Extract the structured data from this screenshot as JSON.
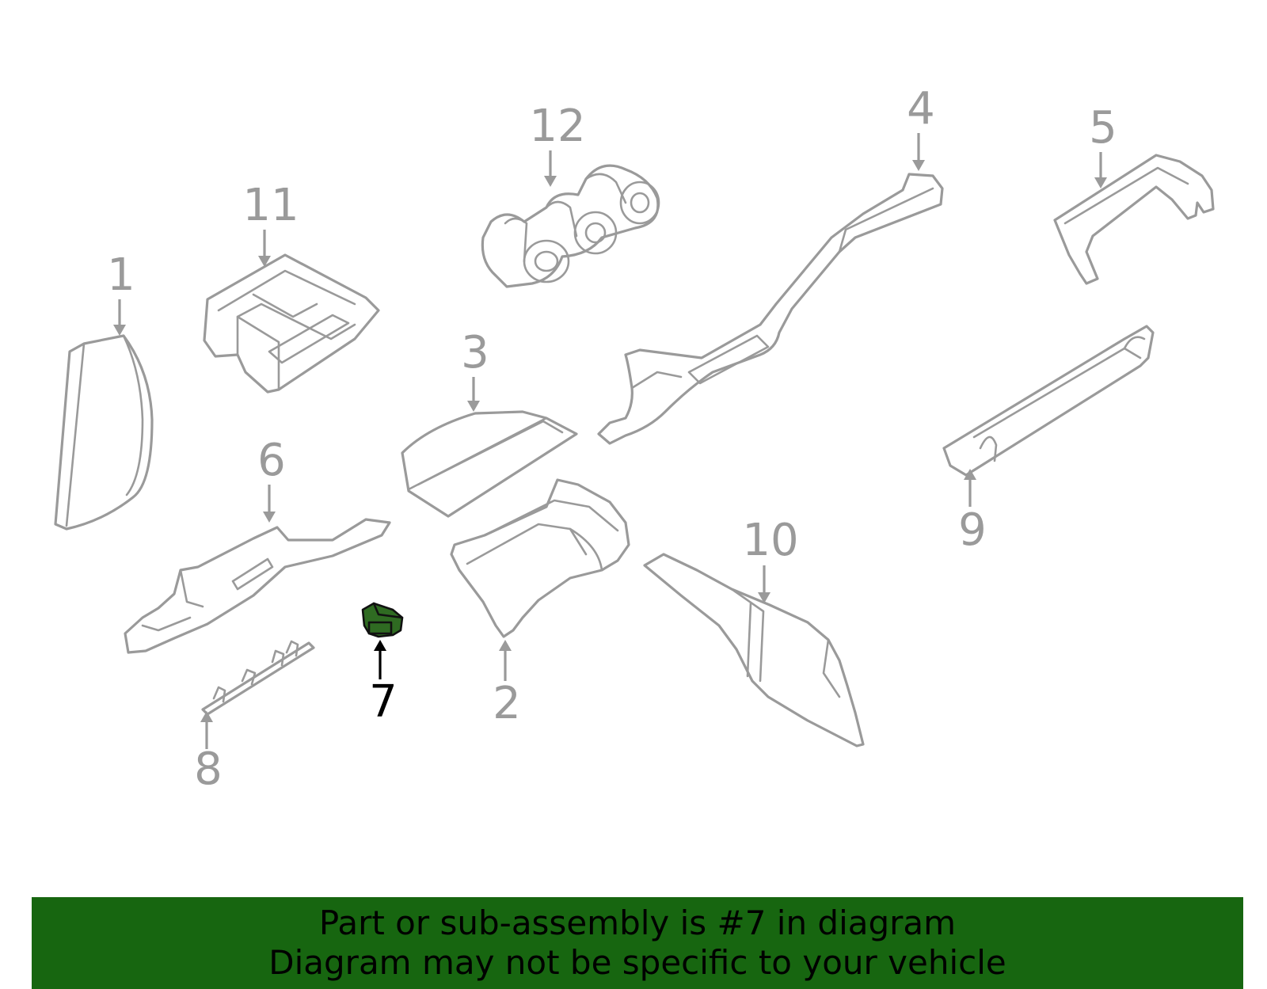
{
  "diagram": {
    "highlighted_part": "7",
    "highlight_color": "#2f6b22",
    "line_color": "#9a9a9a",
    "callouts": [
      {
        "id": "c1",
        "label": "1"
      },
      {
        "id": "c2",
        "label": "2"
      },
      {
        "id": "c3",
        "label": "3"
      },
      {
        "id": "c4",
        "label": "4"
      },
      {
        "id": "c5",
        "label": "5"
      },
      {
        "id": "c6",
        "label": "6"
      },
      {
        "id": "c7",
        "label": "7"
      },
      {
        "id": "c8",
        "label": "8"
      },
      {
        "id": "c9",
        "label": "9"
      },
      {
        "id": "c10",
        "label": "10"
      },
      {
        "id": "c11",
        "label": "11"
      },
      {
        "id": "c12",
        "label": "12"
      }
    ]
  },
  "banner": {
    "background": "#176610",
    "line1": "Part or sub-assembly is #7 in diagram",
    "line2": "Diagram may not be specific to your vehicle"
  }
}
